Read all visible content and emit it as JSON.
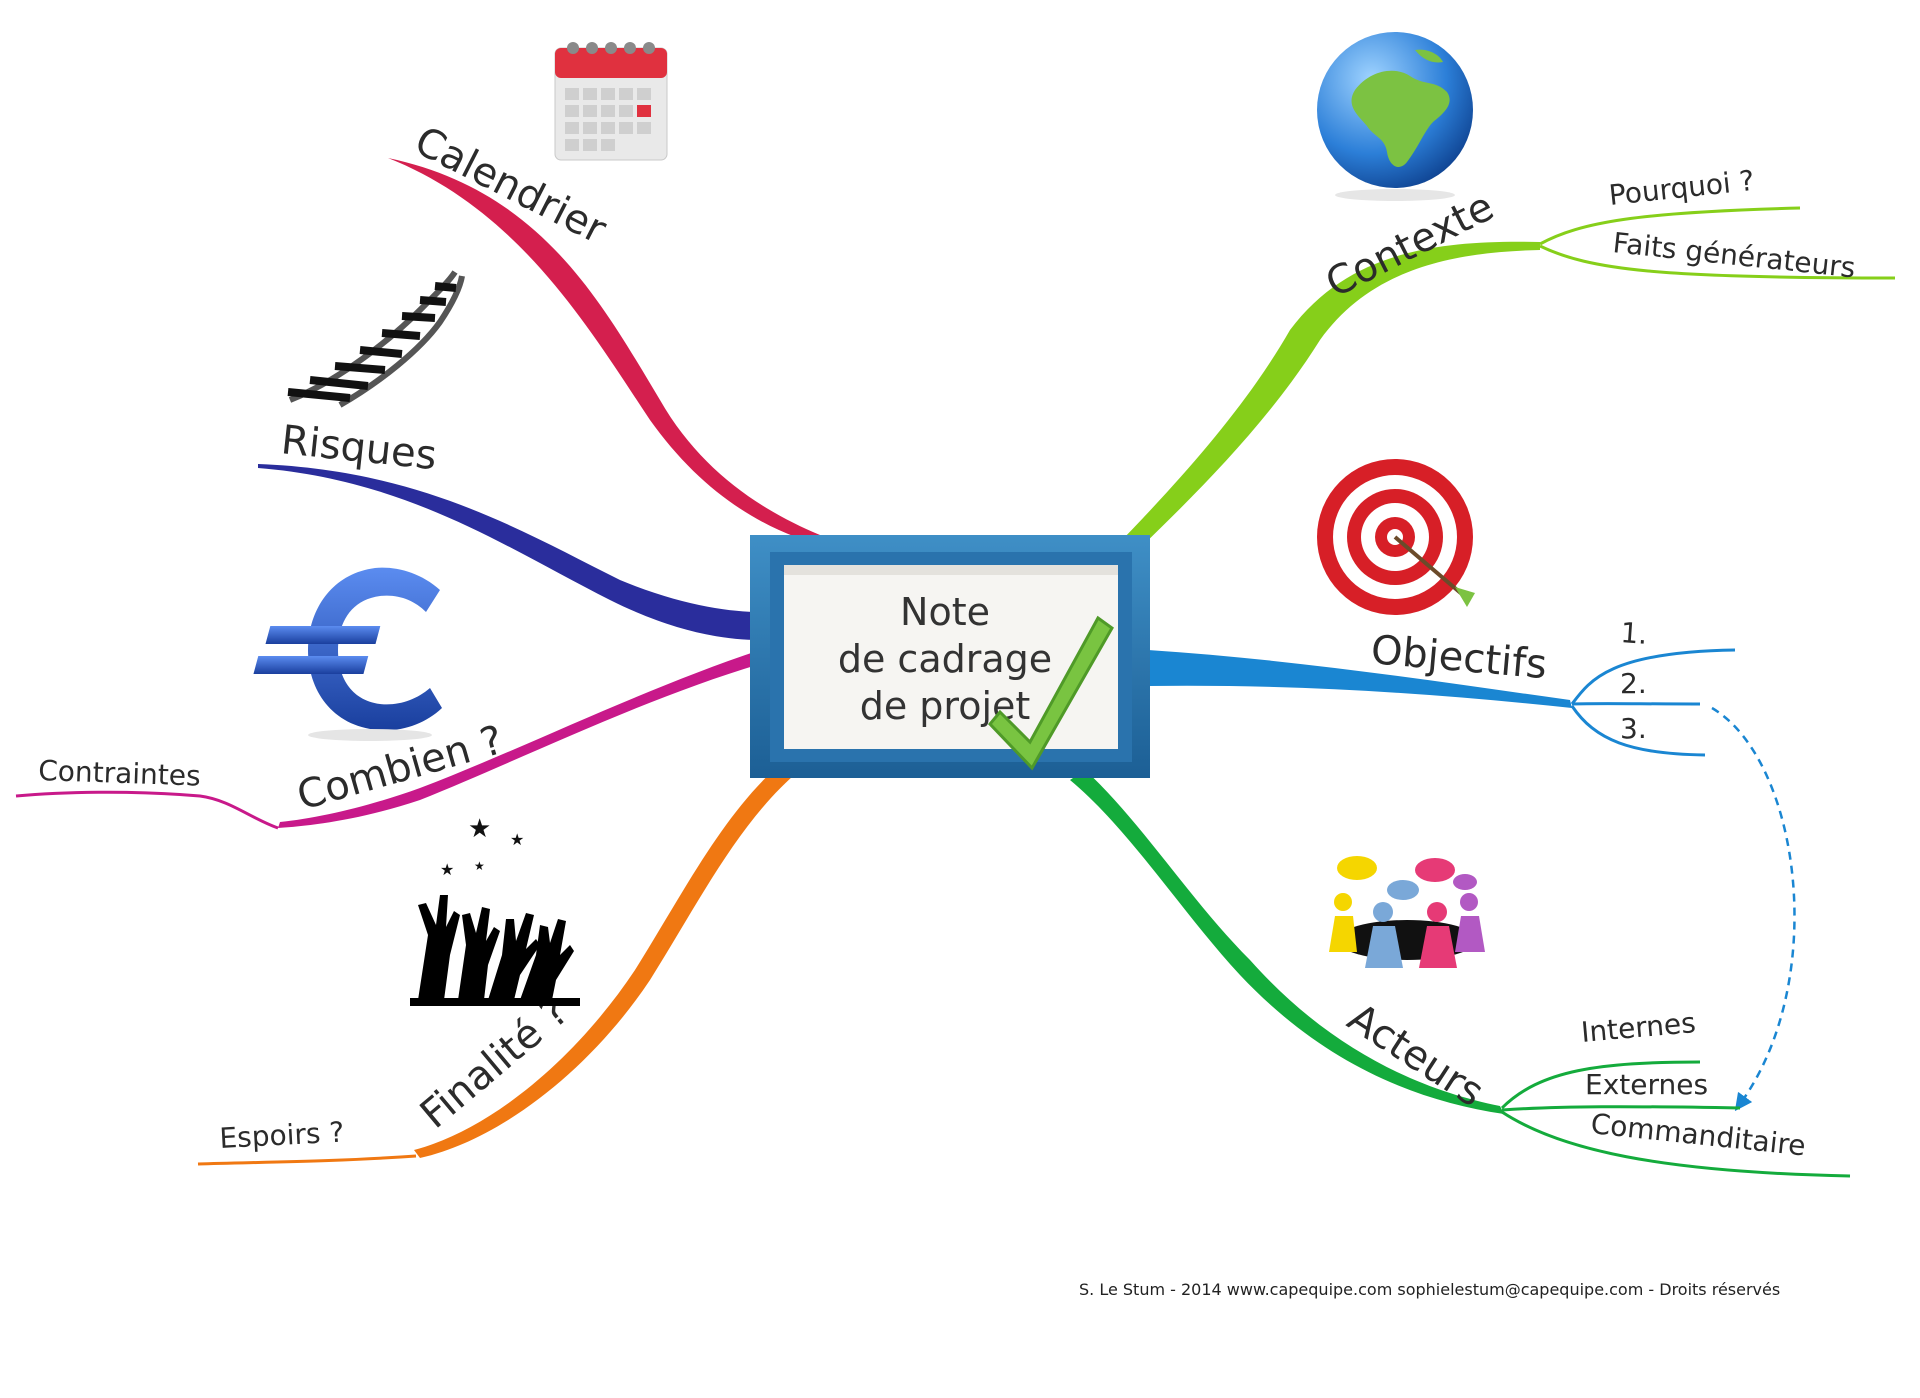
{
  "center": {
    "lines": [
      "Note",
      "de cadrage",
      "de projet"
    ]
  },
  "branches": {
    "calendrier": {
      "label": "Calendrier",
      "color": "#d41f4e",
      "icon": "calendar-icon"
    },
    "risques": {
      "label": "Risques",
      "color": "#2a2d9c",
      "icon": "railway-track-icon"
    },
    "combien": {
      "label": "Combien ?",
      "color": "#c8198a",
      "icon": "euro-icon",
      "children": [
        "Contraintes"
      ]
    },
    "finalite": {
      "label": "Finalité ?",
      "color": "#f07812",
      "icon": "raised-hands-stars-icon",
      "children": [
        "Espoirs ?"
      ]
    },
    "contexte": {
      "label": "Contexte",
      "color": "#86cf1a",
      "icon": "globe-icon",
      "children": [
        "Pourquoi ?",
        "Faits générateurs"
      ]
    },
    "objectifs": {
      "label": "Objectifs",
      "color": "#1a86d2",
      "icon": "target-icon",
      "children": [
        "1.",
        "2.",
        "3."
      ]
    },
    "acteurs": {
      "label": "Acteurs",
      "color": "#14ab3c",
      "icon": "people-talking-icon",
      "children": [
        "Internes",
        "Externes",
        "Commanditaire"
      ]
    }
  },
  "footer": "S. Le Stum - 2014 www.capequipe.com sophielestum@capequipe.com - Droits réservés"
}
